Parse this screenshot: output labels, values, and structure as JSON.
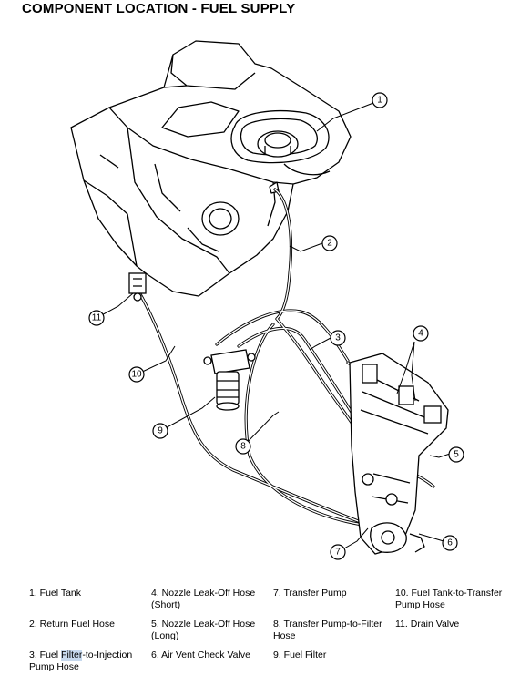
{
  "title": "COMPONENT LOCATION - FUEL SUPPLY",
  "callouts": [
    "1",
    "2",
    "3",
    "4",
    "5",
    "6",
    "7",
    "8",
    "9",
    "10",
    "11"
  ],
  "legend": {
    "item1": "1. Fuel Tank",
    "item2": "2. Return Fuel Hose",
    "item3_pre": "3. Fuel ",
    "item3_hl": "Filter",
    "item3_post": "-to-Injection Pump Hose",
    "item4": "4. Nozzle Leak-Off Hose (Short)",
    "item5": "5. Nozzle Leak-Off Hose (Long)",
    "item6": "6. Air Vent Check Valve",
    "item7": "7. Transfer Pump",
    "item8": "8. Transfer Pump-to-Filter Hose",
    "item9": "9. Fuel Filter",
    "item10": "10. Fuel Tank-to-Transfer Pump Hose",
    "item11": "11. Drain Valve"
  },
  "colors": {
    "highlight": "#c7d9ee",
    "line": "#000000"
  }
}
